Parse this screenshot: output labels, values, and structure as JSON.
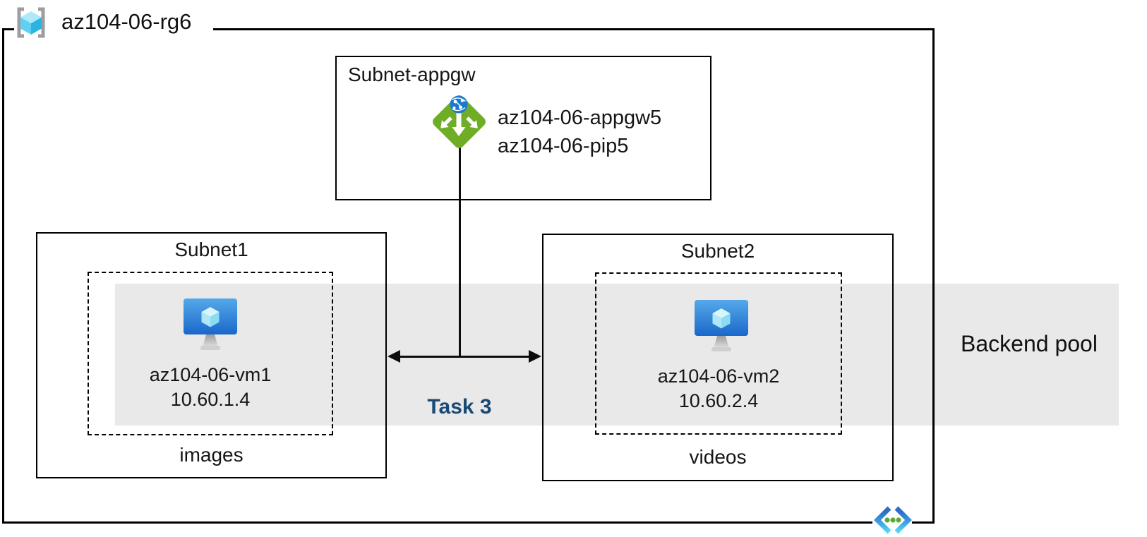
{
  "resource_group": {
    "label": "az104-06-rg6"
  },
  "appgw_subnet": {
    "title": "Subnet-appgw",
    "gateway_name": "az104-06-appgw5",
    "public_ip_name": "az104-06-pip5"
  },
  "subnet1": {
    "title": "Subnet1",
    "vm_name": "az104-06-vm1",
    "vm_ip": "10.60.1.4",
    "storage_label": "images"
  },
  "subnet2": {
    "title": "Subnet2",
    "vm_name": "az104-06-vm2",
    "vm_ip": "10.60.2.4",
    "storage_label": "videos"
  },
  "backend_pool": {
    "label": "Backend pool"
  },
  "task": {
    "label": "Task 3"
  },
  "icons": {
    "resource_group": "azure-resource-group-icon",
    "application_gateway": "azure-application-gateway-icon",
    "virtual_machine": "azure-virtual-machine-icon",
    "virtual_network": "azure-virtual-network-icon"
  },
  "colors": {
    "backend_band": "#e9e9e9",
    "task_label": "#1a4a74",
    "appgw_green": "#70ad27",
    "vm_blue_top": "#55a9ea",
    "vm_blue_bottom": "#1a67ca",
    "cube_cyan": "#45c8f1",
    "vnet_dot_green": "#5baa30",
    "border": "#000000"
  }
}
